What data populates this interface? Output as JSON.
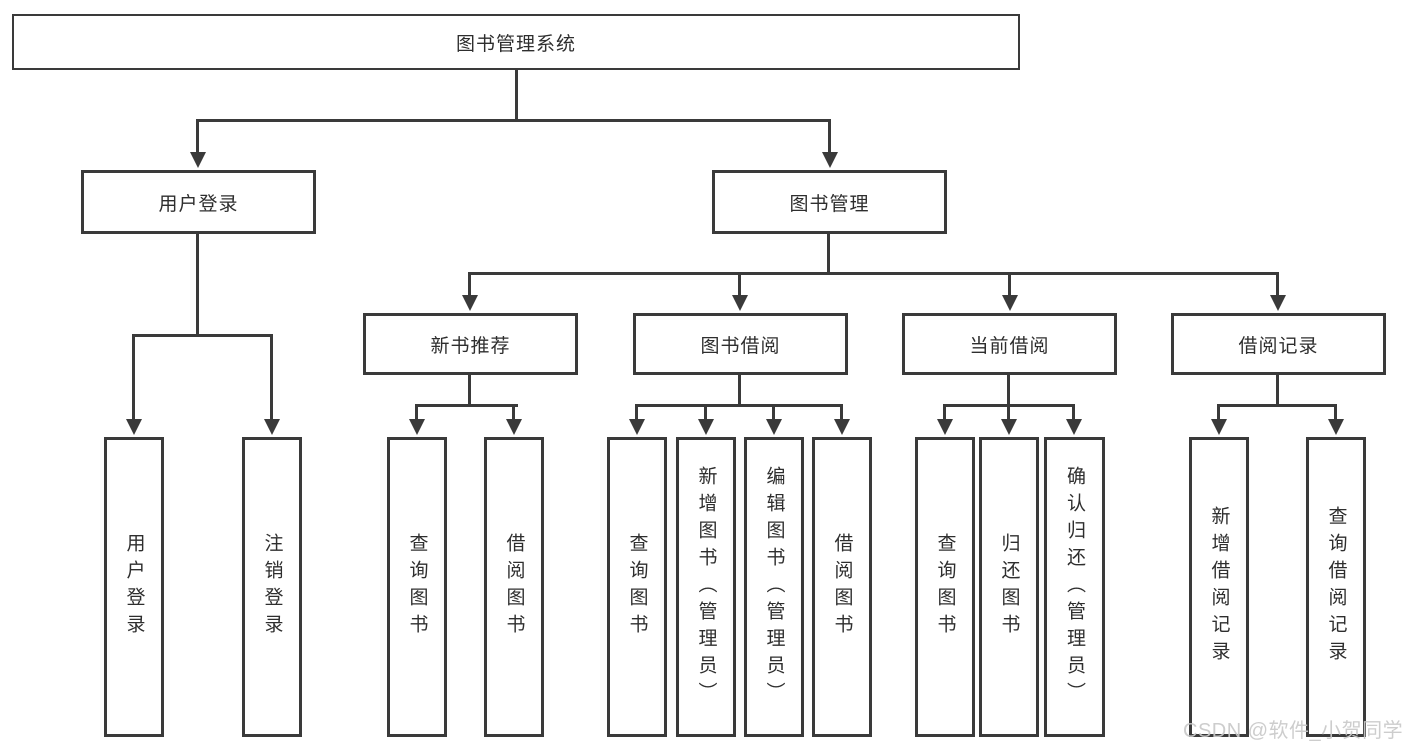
{
  "diagram": {
    "root": {
      "label": "图书管理系统"
    },
    "level2": {
      "user_login": {
        "label": "用户登录"
      },
      "book_management": {
        "label": "图书管理"
      }
    },
    "level3": {
      "new_book": {
        "label": "新书推荐"
      },
      "book_borrow": {
        "label": "图书借阅"
      },
      "current_borrow": {
        "label": "当前借阅"
      },
      "borrow_record": {
        "label": "借阅记录"
      }
    },
    "leaves": {
      "user_login": [
        "用户登录",
        "注销登录"
      ],
      "new_book": [
        "查询图书",
        "借阅图书"
      ],
      "book_borrow": [
        "查询图书",
        "新增图书（管理员）",
        "编辑图书（管理员）",
        "借阅图书"
      ],
      "current_borrow": [
        "查询图书",
        "归还图书",
        "确认归还（管理员）"
      ],
      "borrow_record": [
        "新增借阅记录",
        "查询借阅记录"
      ]
    }
  },
  "watermark": {
    "text": "CSDN @软件_小贺同学"
  },
  "colors": {
    "line": "#3a3a3a",
    "box_border": "#3a3a3a",
    "box_fill": "#ffffff",
    "text": "#2e2e2e",
    "watermark": "#c9c9c9",
    "background": "#ffffff"
  }
}
